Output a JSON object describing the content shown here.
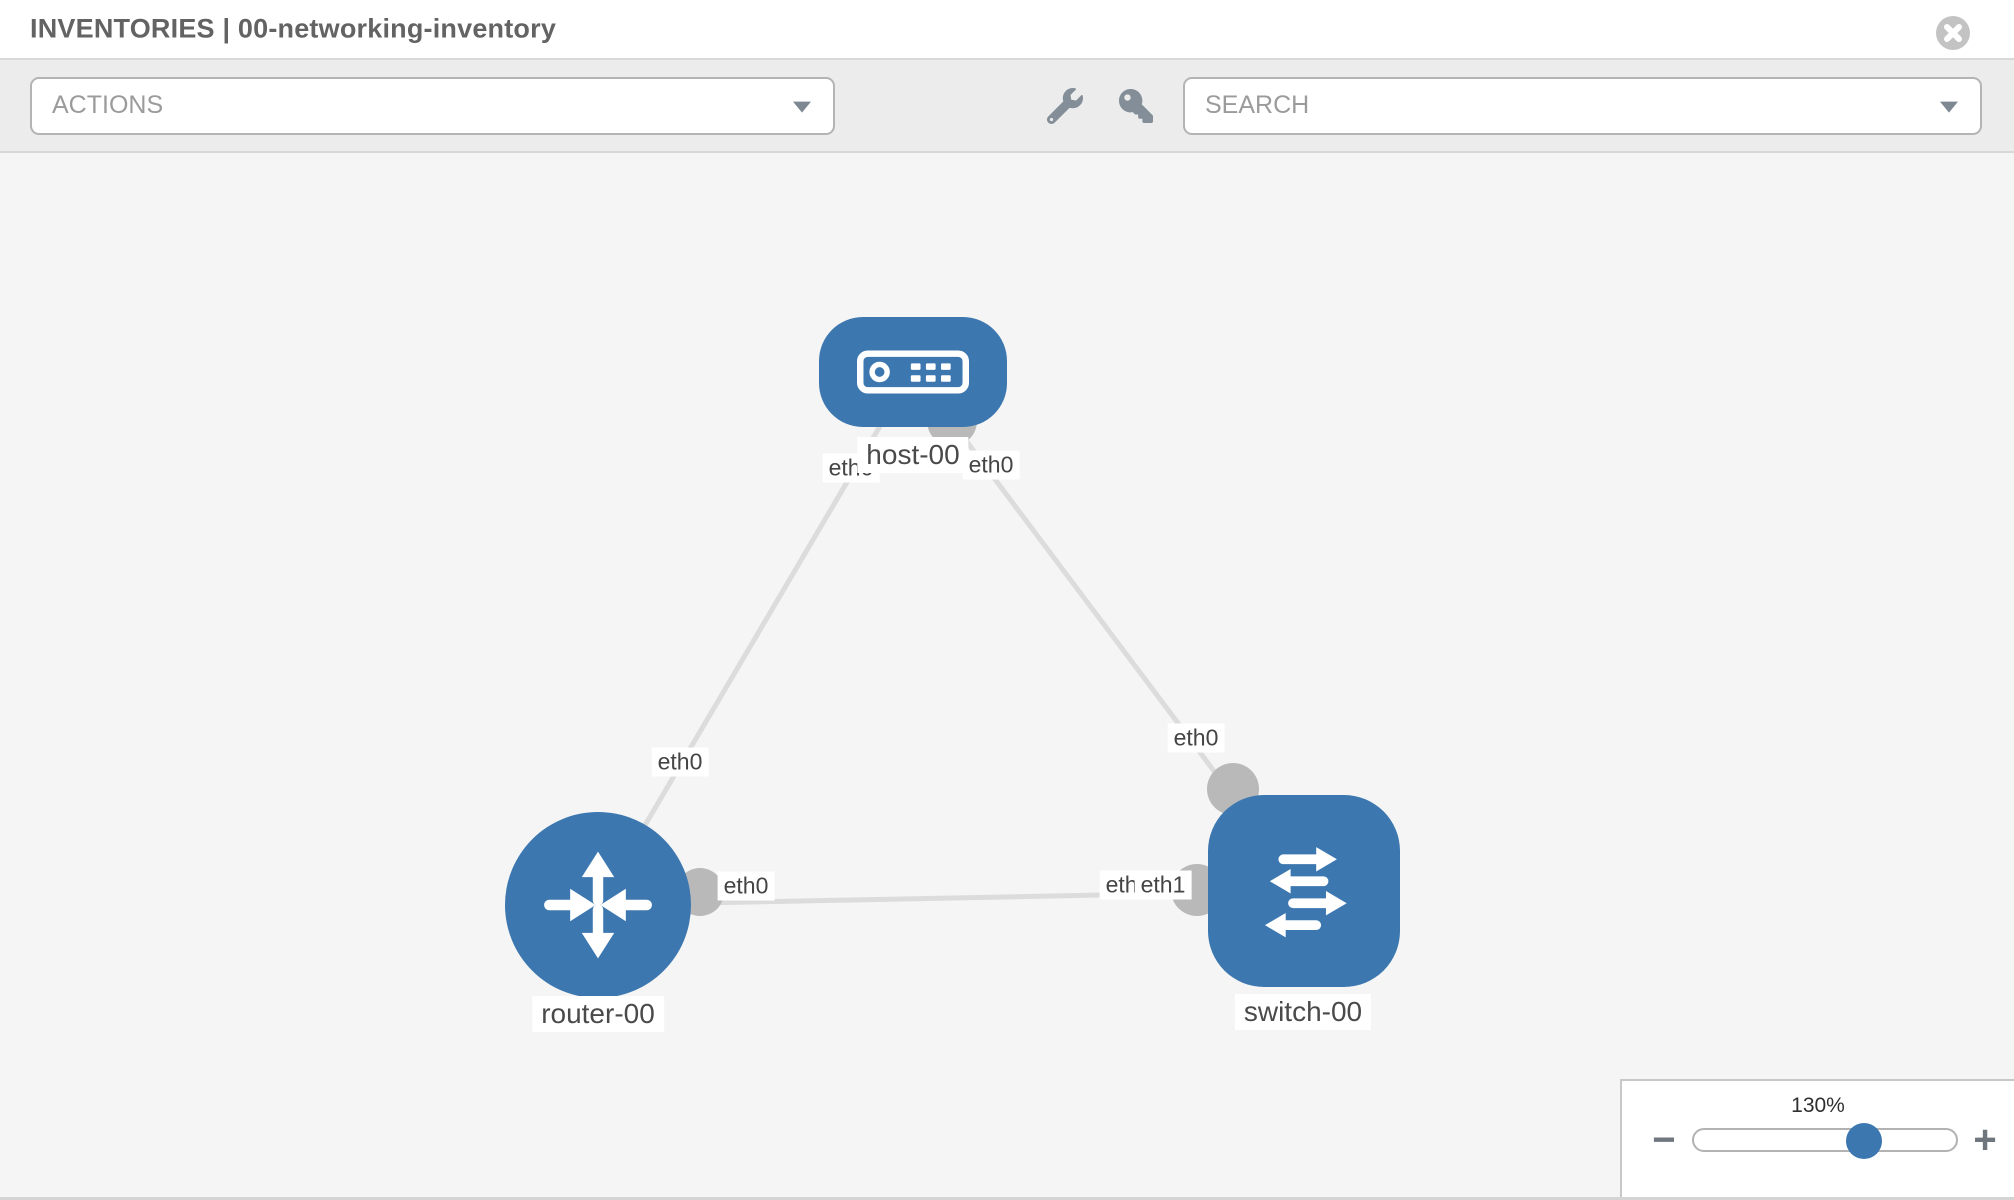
{
  "header": {
    "title": "INVENTORIES | 00-networking-inventory",
    "close_icon": "x-circle"
  },
  "toolbar": {
    "actions_label": "ACTIONS",
    "search_label": "SEARCH",
    "tool_icons": [
      "wrench",
      "key"
    ]
  },
  "topology": {
    "nodes": [
      {
        "label": "host-00",
        "type": "host",
        "shape": "rounded-rect"
      },
      {
        "label": "router-00",
        "type": "router",
        "shape": "circle"
      },
      {
        "label": "switch-00",
        "type": "switch",
        "shape": "rounded-square"
      }
    ],
    "links": [
      {
        "from": "host-00",
        "to": "router-00",
        "from_interface": "eth0",
        "to_interface": "eth0"
      },
      {
        "from": "host-00",
        "to": "switch-00",
        "from_interface": "eth0",
        "to_interface": "eth0"
      },
      {
        "from": "router-00",
        "to": "switch-00",
        "from_interface": "eth0",
        "to_interface": "eth1"
      }
    ],
    "interface_labels": [
      {
        "text": "eth0"
      },
      {
        "text": "eth0"
      },
      {
        "text": "eth0"
      },
      {
        "text": "eth0"
      },
      {
        "text": "eth0"
      },
      {
        "text": "eth0"
      },
      {
        "text": "eth1"
      }
    ]
  },
  "zoom_control": {
    "value": "130%",
    "percent": 130,
    "minus_label": "−",
    "plus_label": "+"
  },
  "colors": {
    "node_blue": "#3c77b0",
    "link_gray": "#dcdcdc",
    "interface_gray": "#b9b9b9",
    "canvas_bg": "#f5f5f5",
    "toolbar_bg": "#ececec"
  }
}
